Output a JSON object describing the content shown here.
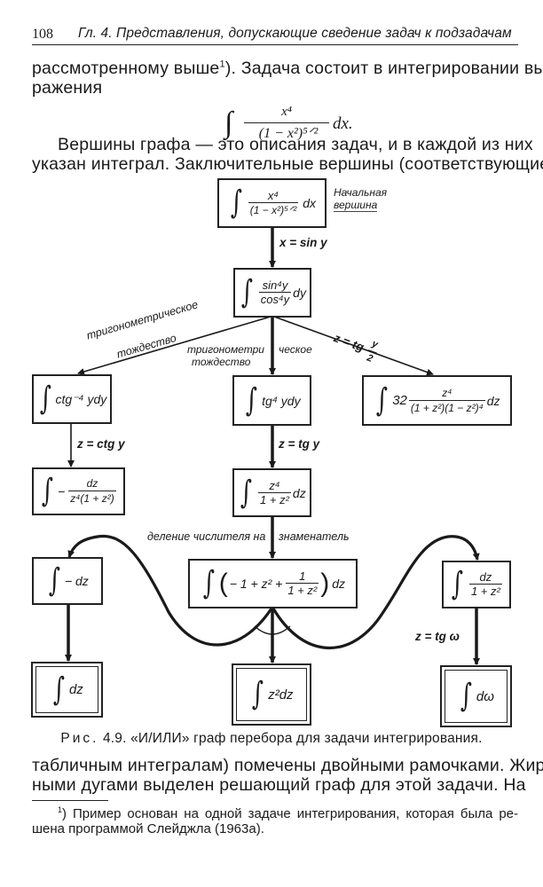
{
  "header": {
    "page_number": "108",
    "running_title": "Гл. 4. Представления, допускающие сведение задач к подзадачам"
  },
  "intro": {
    "line1_a": "рассмотренному выше",
    "line1_sup": "1",
    "line1_b": "). Задача состоит в интегрировании вы-",
    "line2": "ражения"
  },
  "main_formula": {
    "integral": "∫",
    "numerator": "x⁴",
    "denominator": "(1 − x²)⁵ᐟ²",
    "differential": "dx."
  },
  "para2": {
    "line1": "Вершины графа — это описания задач, и в каждой из них",
    "line2": "указан интеграл. Заключительные вершины (соответствующие"
  },
  "graph": {
    "root_label": "Начальная вершина",
    "root_label_line1": "Начальная",
    "root_label_line2": "вершина",
    "nodes": {
      "root": {
        "int": "∫",
        "num": "x⁴",
        "den": "(1 − x²)⁵ᐟ²",
        "tail": "dx"
      },
      "sin_cos": {
        "int": "∫",
        "num": "sin⁴y",
        "den": "cos⁴y",
        "tail": "dy"
      },
      "ctg": {
        "int": "∫",
        "expr": "ctg⁻⁴ ydy"
      },
      "tg": {
        "int": "∫",
        "expr": "tg⁴ ydy"
      },
      "right32": {
        "int": "∫",
        "coef": "32",
        "num": "z⁴",
        "den": "(1 + z²)(1 − z²)⁴",
        "tail": "dz"
      },
      "ctg_sub": {
        "int": "∫",
        "sign": "−",
        "num": "dz",
        "den": "z⁴(1 + z²)"
      },
      "tg_sub": {
        "int": "∫",
        "num": "z⁴",
        "den": "1 + z²",
        "tail": "dz"
      },
      "minus_dz": {
        "int": "∫",
        "expr": "− dz"
      },
      "split": {
        "int": "∫",
        "open": "(",
        "expr": "− 1 + z² +",
        "num": "1",
        "den": "1 + z²",
        "close": ")",
        "tail": "dz"
      },
      "dz_frac": {
        "int": "∫",
        "num": "dz",
        "den": "1 + z²"
      },
      "final_dz": {
        "int": "∫",
        "expr": "dz"
      },
      "final_z2dz": {
        "int": "∫",
        "expr": "z²dz"
      },
      "final_dw": {
        "int": "∫",
        "expr": "dω"
      }
    },
    "edge_labels": {
      "x_sin_y": "x = sin y",
      "trig_left_1": "тригонометрическое",
      "trig_left_2": "тождество",
      "trig_mid_1a": "тригонометри",
      "trig_mid_1b": "ческое",
      "trig_mid_2": "тождество",
      "z_tg_half": "z = tg",
      "z_tg_half_num": "y",
      "z_tg_half_den": "2",
      "z_ctg_y": "z = ctg y",
      "z_tg_y": "z = tg y",
      "division_a": "деление числителя на",
      "division_b": "знаменатель",
      "z_tg_w": "z = tg ω"
    }
  },
  "caption": {
    "prefix": "Рис.",
    "text": "4.9. «И/ИЛИ» граф перебора для задачи интегрирования."
  },
  "para3": {
    "line1": "табличным интегралам) помечены двойными рамочками. Жир-",
    "line2": "ными дугами выделен решающий граф для этой задачи. На"
  },
  "footnote": {
    "marker": "1",
    "line1": ") Пример основан на одной задаче интегрирования, которая была ре-",
    "line2": "шена программой Слейджла (1963а)."
  }
}
